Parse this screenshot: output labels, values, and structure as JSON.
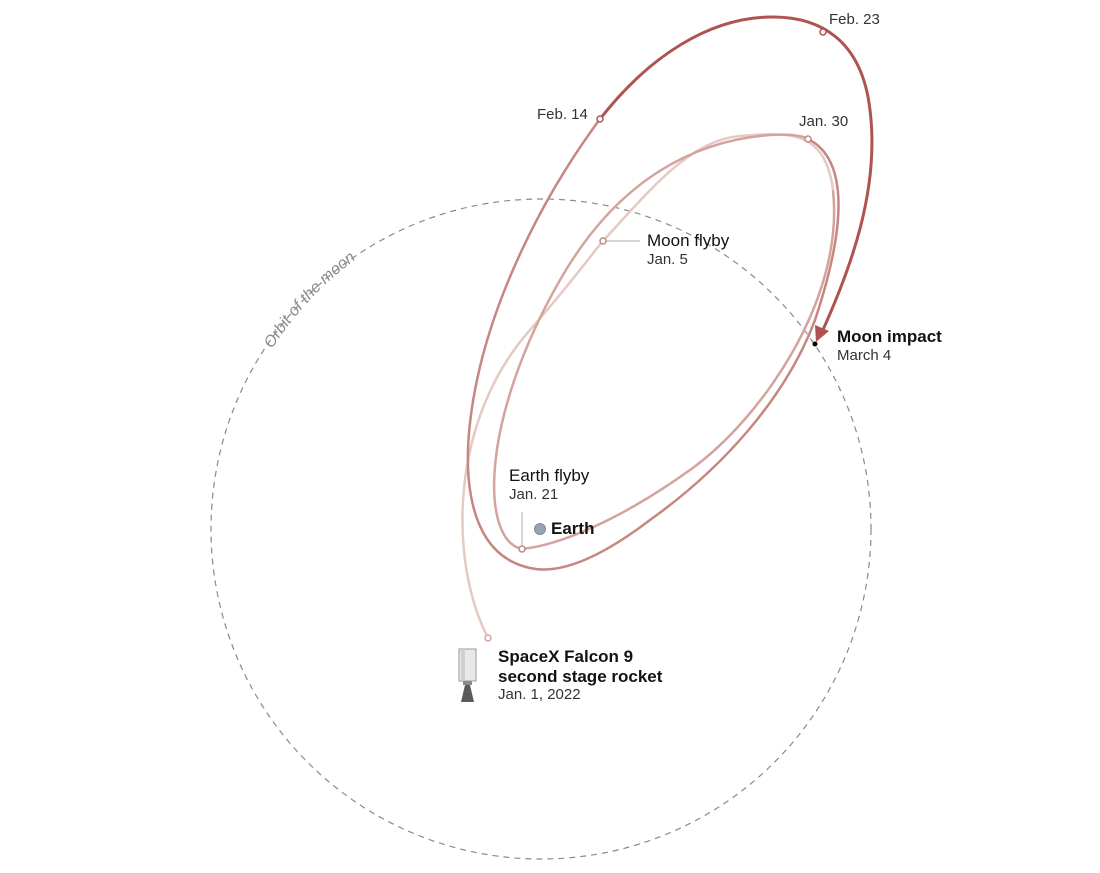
{
  "labels": {
    "orbit_moon": "Orbit of the moon",
    "feb23": "Feb. 23",
    "feb14": "Feb. 14",
    "jan30": "Jan. 30",
    "moon_flyby": {
      "name": "Moon flyby",
      "date": "Jan. 5"
    },
    "moon_impact": {
      "name": "Moon impact",
      "date": "March 4"
    },
    "earth_flyby": {
      "name": "Earth flyby",
      "date": "Jan. 21"
    },
    "earth": "Earth",
    "rocket": {
      "line1": "SpaceX Falcon 9",
      "line2": "second stage rocket",
      "date": "Jan. 1, 2022"
    }
  },
  "colors": {
    "path_early": "#e6c9c3",
    "path_mid": "#d4a39d",
    "path_late": "#c58780",
    "path_final": "#ad5352",
    "orbit": "#8a8a8a",
    "earth": "#98a4b4",
    "impact_dot": "#000000"
  }
}
